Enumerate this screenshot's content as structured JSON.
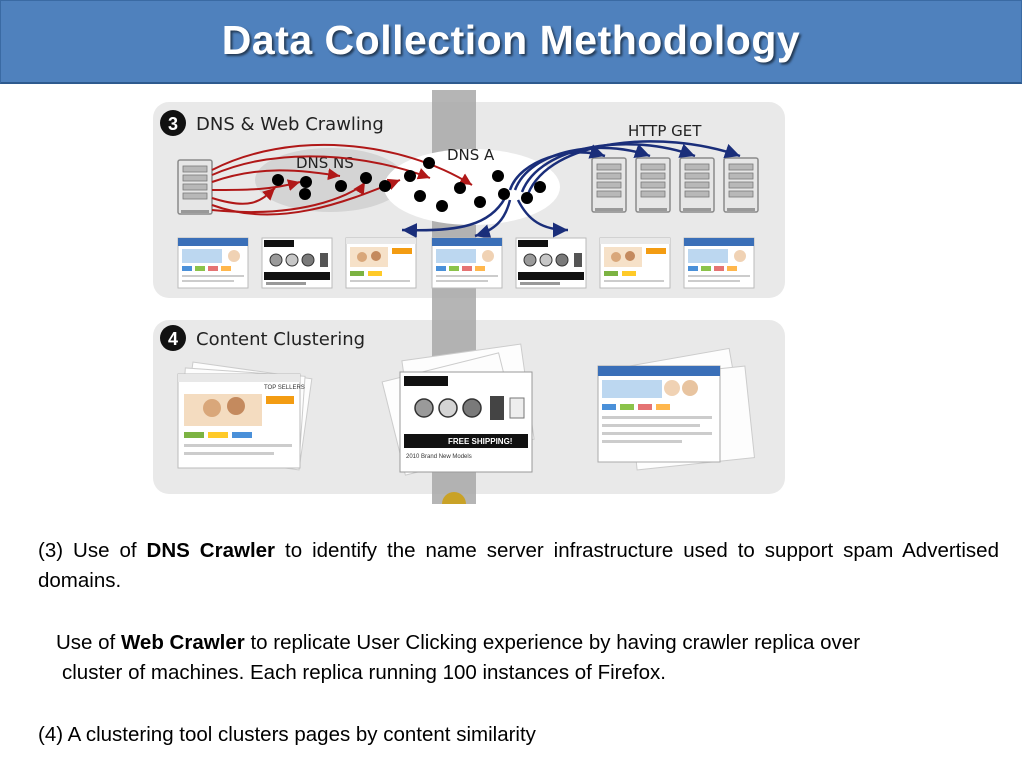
{
  "title": "Data Collection Methodology",
  "diagram": {
    "step3": {
      "number": "3",
      "label": "DNS & Web Crawling"
    },
    "dns_ns": "DNS NS",
    "dns_a": "DNS A",
    "http_get": "HTTP GET",
    "step4": {
      "number": "4",
      "label": "Content Clustering"
    },
    "thumb_text": {
      "store": "TOP SELLERS",
      "shipping": "FREE SHIPPING!",
      "brand": "2010 Brand New Models"
    },
    "colors": {
      "panel": "#e9e9e9",
      "divider": "#a8a8a8",
      "ns_arrows": "#b01818",
      "a_arrows": "#1a2e7a",
      "title_bar": "#4f81bd"
    }
  },
  "para1": {
    "prefix": "(3)  Use  of ",
    "bold": "DNS  Crawler",
    "suffix": "  to  identify  the  name  server  infrastructure  used  to  support  spam Advertised domains."
  },
  "para2": {
    "prefix": "Use of ",
    "bold": "Web Crawler",
    "line1": " to replicate User Clicking experience by having crawler replica over",
    "line2": "cluster of machines. Each replica running 100 instances of Firefox."
  },
  "para3": "(4)  A clustering tool clusters pages by content similarity"
}
